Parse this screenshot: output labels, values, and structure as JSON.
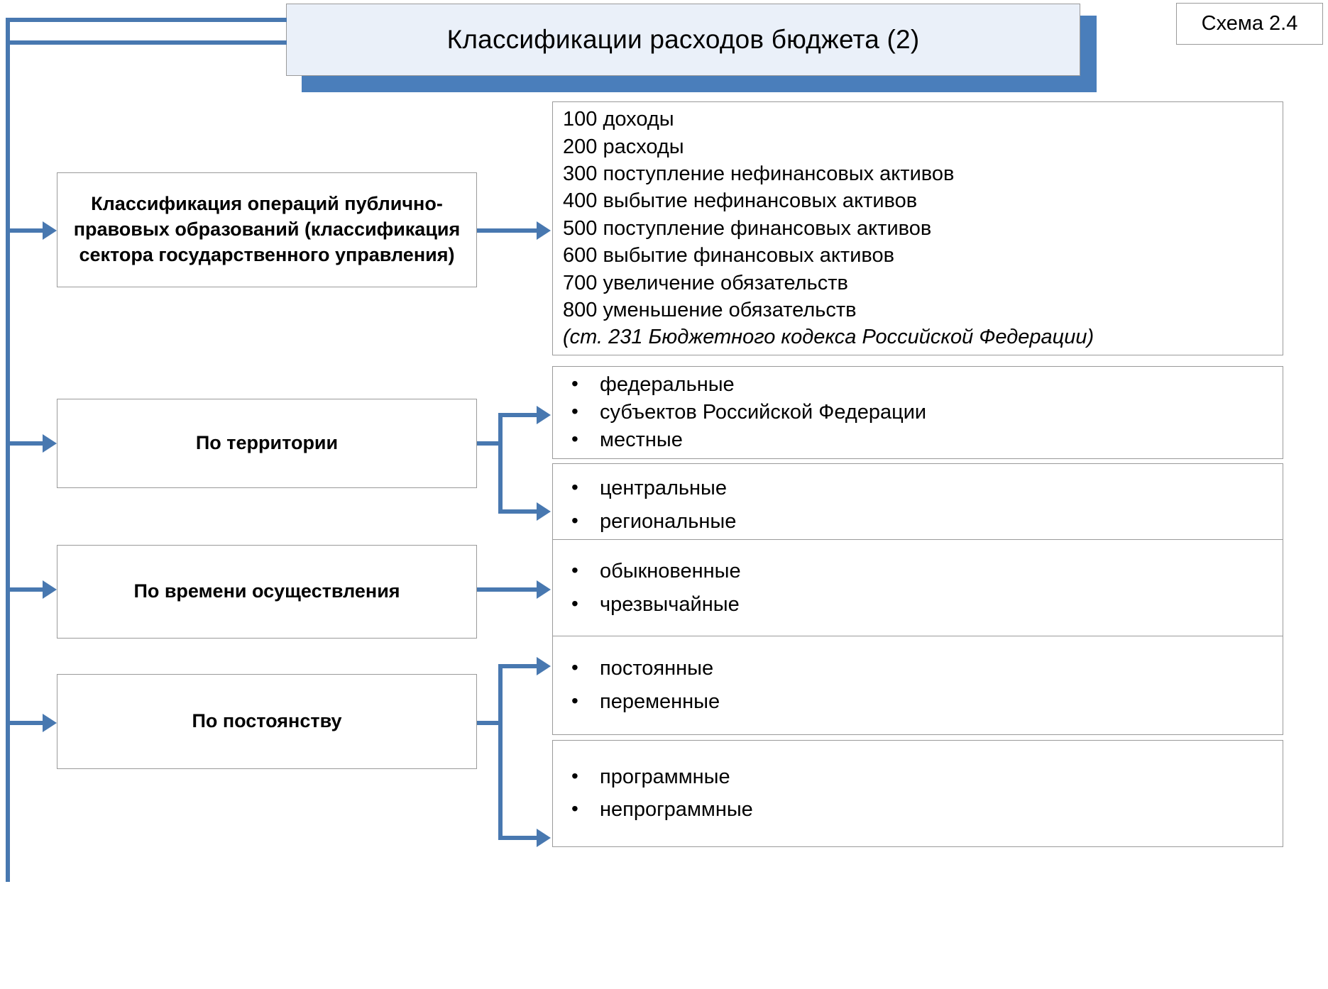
{
  "scheme_label": "Схема 2.4",
  "title": "Классификации расходов бюджета (2)",
  "branches": [
    {
      "id": "operations",
      "label": "Классификация операций публично-правовых образований (классификация сектора государственного управления)",
      "label_lines": [
        "Классификация операций",
        "публично-правовых",
        "образований",
        "(классификация сектора",
        "государственного",
        "управления)"
      ]
    },
    {
      "id": "territory",
      "label": "По территории",
      "label_lines": [
        "По территории"
      ]
    },
    {
      "id": "time",
      "label": "По времени осуществления",
      "label_lines": [
        "По времени осуществления"
      ]
    },
    {
      "id": "permanence",
      "label": "По постоянству",
      "label_lines": [
        "По постоянству"
      ]
    }
  ],
  "operations_codes": [
    "100 доходы",
    "200 расходы",
    "300 поступление нефинансовых активов",
    "400 выбытие нефинансовых активов",
    "500 поступление финансовых активов",
    "600 выбытие финансовых активов",
    "700 увеличение обязательств",
    "800 уменьшение обязательств"
  ],
  "operations_source": "(ст. 231 Бюджетного кодекса Российской Федерации)",
  "territory_list_1": [
    "федеральные",
    "субъектов Российской Федерации",
    "местные"
  ],
  "territory_list_2": [
    "центральные",
    "региональные"
  ],
  "time_list": [
    "обыкновенные",
    "чрезвычайные"
  ],
  "permanence_list_1": [
    "постоянные",
    "переменные"
  ],
  "permanence_list_2": [
    "программные",
    "непрограммные"
  ],
  "colors": {
    "connector": "#4878B0",
    "title_fill": "#EAF0F9",
    "title_shadow": "#4A7EBB",
    "box_border": "#9A9A9A"
  }
}
